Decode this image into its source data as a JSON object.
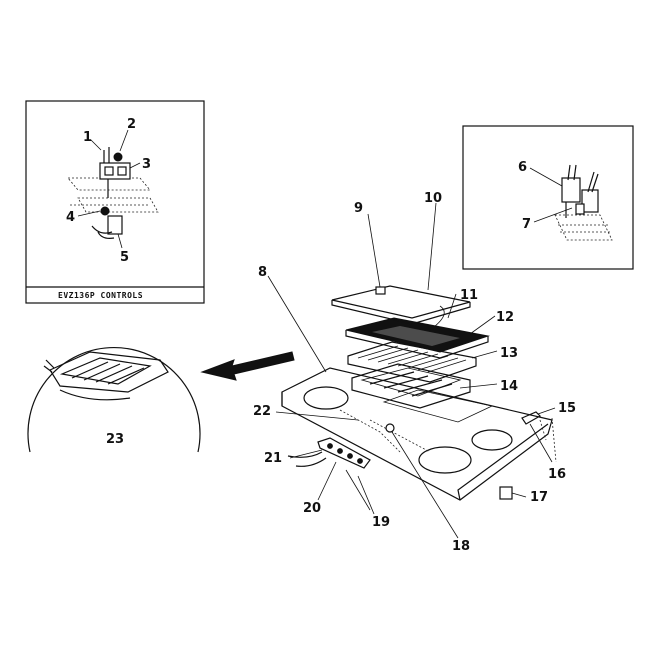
{
  "inset_controls": {
    "caption": "EVZ136P CONTROLS",
    "labels": [
      "1",
      "2",
      "3",
      "4",
      "5"
    ]
  },
  "inset_switch": {
    "labels": [
      "6",
      "7"
    ]
  },
  "element_detail": {
    "label": "23"
  },
  "main_parts": {
    "labels": [
      "8",
      "9",
      "10",
      "11",
      "12",
      "13",
      "14",
      "15",
      "16",
      "17",
      "18",
      "19",
      "20",
      "21",
      "22"
    ]
  }
}
